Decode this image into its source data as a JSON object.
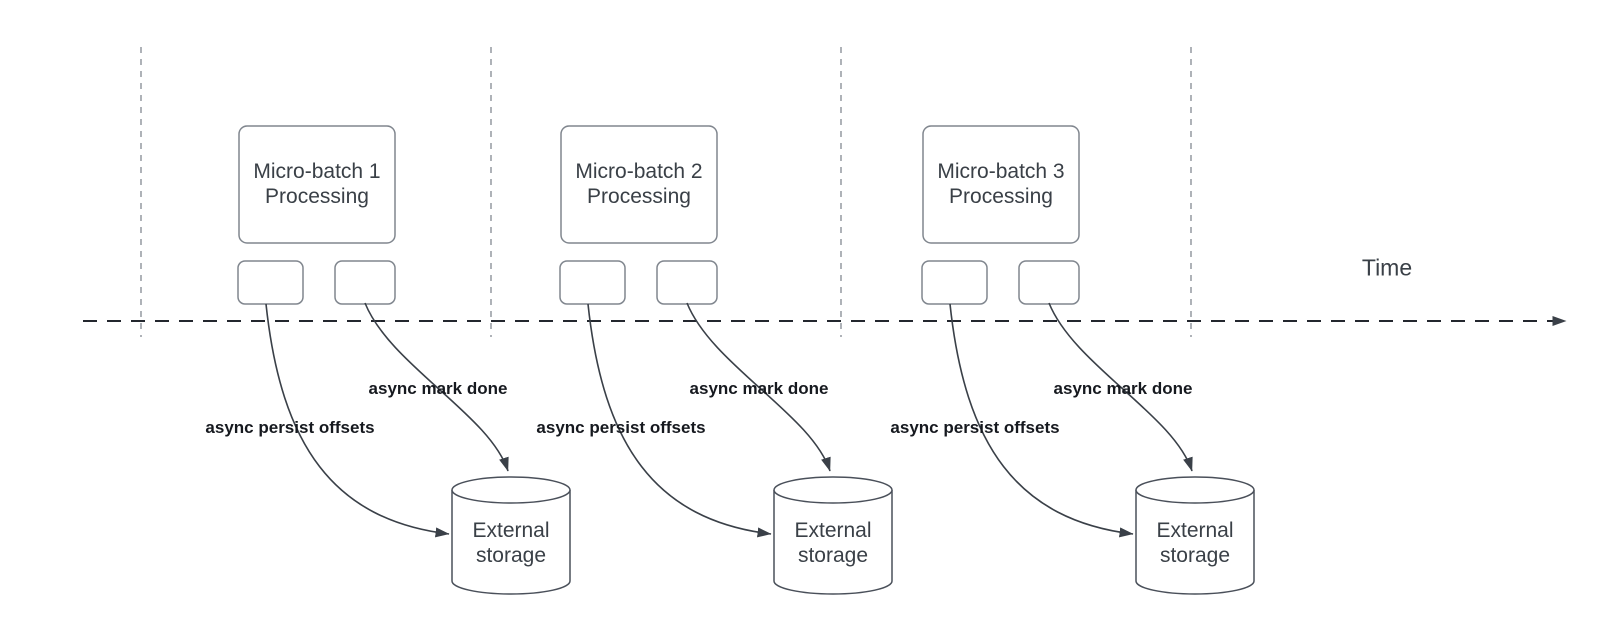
{
  "axis": {
    "time_label": "Time"
  },
  "groups": [
    {
      "box_lines": [
        "Micro-batch 1",
        "Processing"
      ],
      "persist_label": "async persist offsets",
      "done_label": "async mark done",
      "storage_lines": [
        "External",
        "storage"
      ]
    },
    {
      "box_lines": [
        "Micro-batch 2",
        "Processing"
      ],
      "persist_label": "async persist offsets",
      "done_label": "async mark done",
      "storage_lines": [
        "External",
        "storage"
      ]
    },
    {
      "box_lines": [
        "Micro-batch 3",
        "Processing"
      ],
      "persist_label": "async persist offsets",
      "done_label": "async mark done",
      "storage_lines": [
        "External",
        "storage"
      ]
    }
  ],
  "colors": {
    "background": "#ffffff",
    "guide_line": "#9ba0a6",
    "axis_line": "#23272e",
    "box_stroke": "#80868e",
    "cylinder_stroke": "#4a505a",
    "arrow": "#3a4048",
    "node_text": "#3a4047",
    "edge_label_text": "#16191f"
  }
}
